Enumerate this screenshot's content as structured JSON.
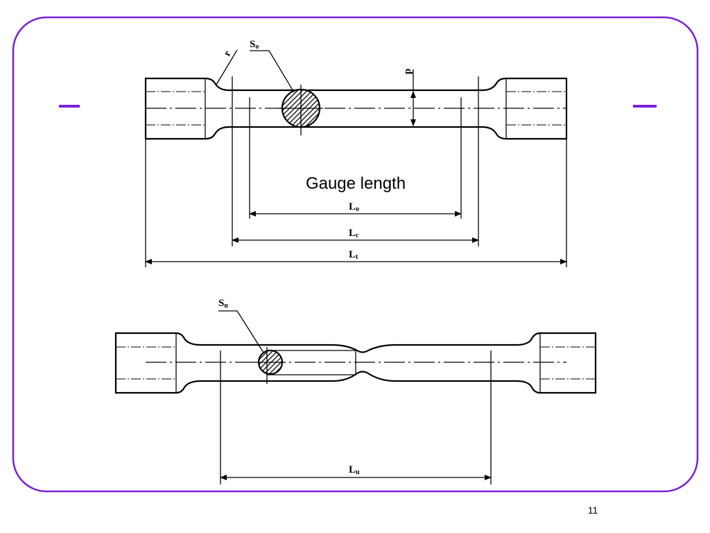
{
  "colors": {
    "frame": "#7a1fd6",
    "accent_bars": "#7a1fd6",
    "ink": "#000000"
  },
  "top_specimen": {
    "section_label": "S",
    "section_sub": "o",
    "radius_label": "r",
    "diameter_label": "p",
    "caption": "Gauge length",
    "dims": [
      {
        "main": "L",
        "sub": "o"
      },
      {
        "main": "L",
        "sub": "c"
      },
      {
        "main": "L",
        "sub": "t"
      }
    ]
  },
  "bottom_specimen": {
    "section_label": "S",
    "section_sub": "u",
    "dim": {
      "main": "L",
      "sub": "u"
    }
  },
  "page_number": "11"
}
